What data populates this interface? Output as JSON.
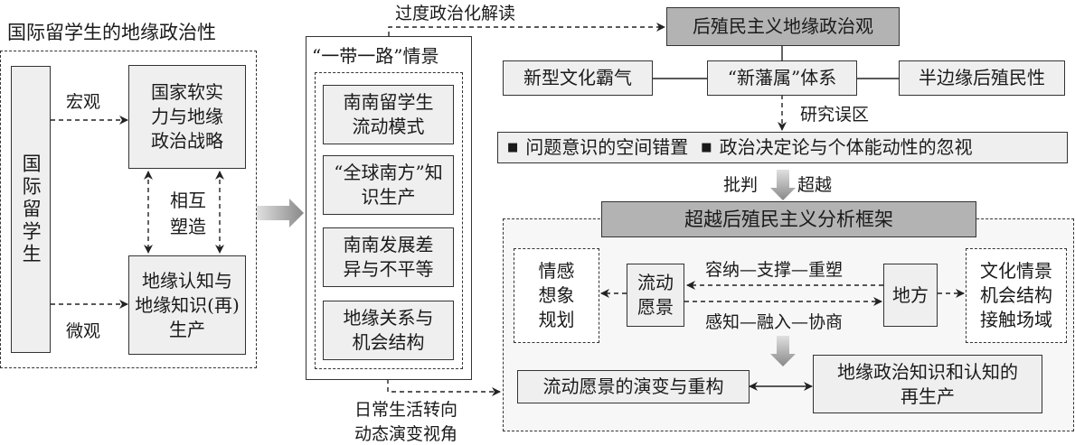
{
  "left": {
    "title": "国际留学生的地缘政治性",
    "student": "国际留学生",
    "macro_label": "宏观",
    "micro_label": "微观",
    "soft_power": "国家软实力与地缘政治战略",
    "cognition": "地缘认知与地缘知识(再)生产",
    "mutual": "相互塑造"
  },
  "middle": {
    "title": "“一带一路”情景",
    "items": [
      "南南留学生流动模式",
      "“全球南方”知识生产",
      "南南发展差异与不平等",
      "地缘关系与机会结构"
    ],
    "top_link_label": "过度政治化解读",
    "bottom_link_label_1": "日常生活转向",
    "bottom_link_label_2": "动态演变视角"
  },
  "right": {
    "postcolonial": "后殖民主义地缘政治观",
    "hegemony": "新型文化霸气",
    "vassal": "“新藩属”体系",
    "semi_periphery": "半边缘后殖民性",
    "misread_label": "研究误区",
    "problem_1": "问题意识的空间错置",
    "problem_2": "政治决定论与个体能动性的忽视",
    "critique": "批判",
    "transcend": "超越",
    "framework": "超越后殖民主义分析框架",
    "emotion": "情感想象规划",
    "mobility": "流动愿景",
    "place": "地方",
    "context": "文化情景机会结构接触场域",
    "upper_flow": "容纳—支撑—重塑",
    "lower_flow": "感知—融入—协商",
    "evolution": "流动愿景的演变与重构",
    "reproduction": "地缘政治知识和认知的再生产"
  }
}
